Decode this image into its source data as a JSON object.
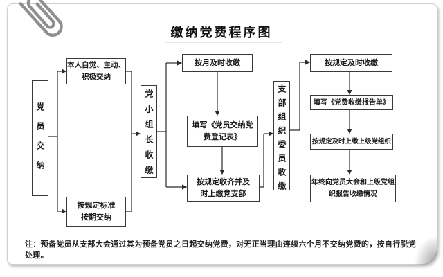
{
  "page": {
    "title": "缴纳党费程序图",
    "note": "注：预备党员从支部大会通过其为预备党员之日起交纳党费，对无正当理由连续六个月不交纳党费的，按自行脱党处理。"
  },
  "icons": {
    "paperclip": "paperclip"
  },
  "colors": {
    "line": "#2b2b2b",
    "box_border": "#3a3a3a",
    "paper_edge": "#cfcfcf",
    "text": "#1b1b1b"
  },
  "nodes": {
    "member_pay": "党员交纳",
    "voluntary": "本人自觉、主动、\n积极交纳",
    "standard": "按规定标准\n按期交纳",
    "group_leader": "党小组长收缴",
    "monthly": "按月及时收缴",
    "register_form": "填写《党员交纳党\n费登记表》",
    "hand_to_branch": "按规定收齐并及\n时上缴党支部",
    "committee": "支部组织委员收缴",
    "collect_on_time": "按规定及时收缴",
    "report_form": "填写《党费收缴报告单》",
    "hand_to_higher": "按规定及时上缴上级党组织",
    "year_end_report": "年终向党员大会和上级党组\n织报告收缴情况"
  },
  "edges": [
    [
      "member_pay",
      "voluntary"
    ],
    [
      "member_pay",
      "standard"
    ],
    [
      "voluntary",
      "group_leader"
    ],
    [
      "standard",
      "group_leader"
    ],
    [
      "group_leader",
      "monthly"
    ],
    [
      "group_leader",
      "hand_to_branch"
    ],
    [
      "monthly",
      "register_form"
    ],
    [
      "register_form",
      "hand_to_branch"
    ],
    [
      "hand_to_branch",
      "committee"
    ],
    [
      "committee",
      "collect_on_time"
    ],
    [
      "collect_on_time",
      "report_form"
    ],
    [
      "report_form",
      "hand_to_higher"
    ],
    [
      "hand_to_higher",
      "year_end_report"
    ]
  ]
}
